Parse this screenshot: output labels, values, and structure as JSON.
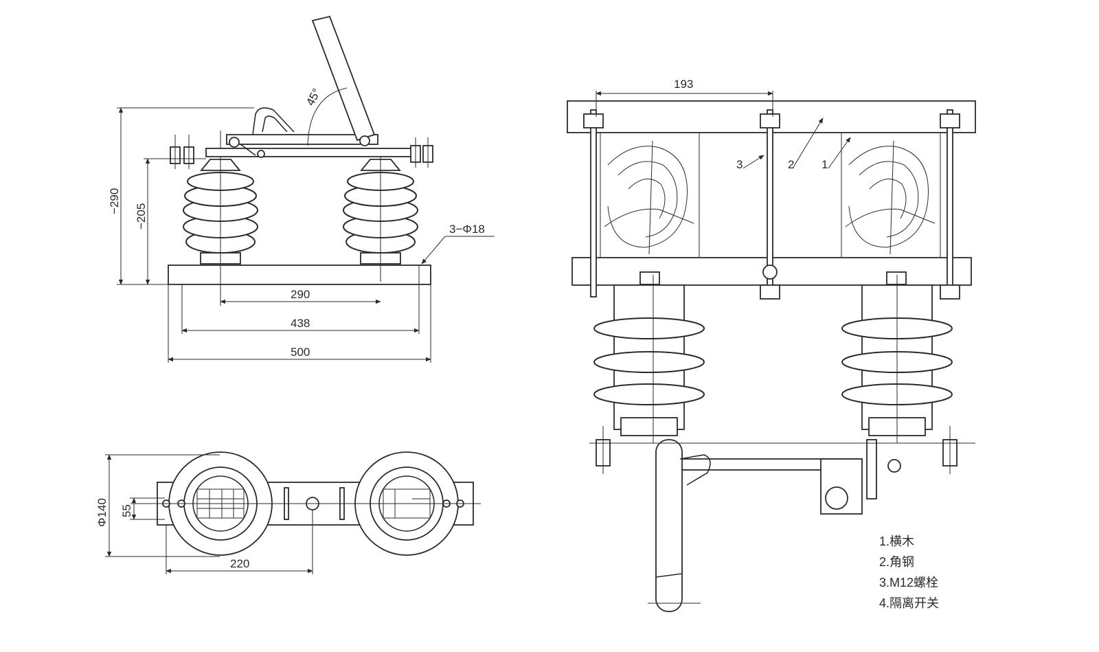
{
  "colors": {
    "line": "#2a2a2a",
    "background": "#ffffff"
  },
  "side_view": {
    "angle_label": "45°",
    "height_total": "−290",
    "height_partial": "−205",
    "hole_spec": "3−Φ18",
    "span_insulators": "290",
    "span_holes": "438",
    "base_length": "500"
  },
  "top_view": {
    "diameter": "Φ140",
    "bolt_spacing": "55",
    "half_length": "220"
  },
  "mounting_view": {
    "crossbar_spacing": "193",
    "callout_1": "1",
    "callout_2": "2",
    "callout_3": "3"
  },
  "legend": [
    "1.横木",
    "2.角钢",
    "3.M12螺栓",
    "4.隔离开关"
  ]
}
